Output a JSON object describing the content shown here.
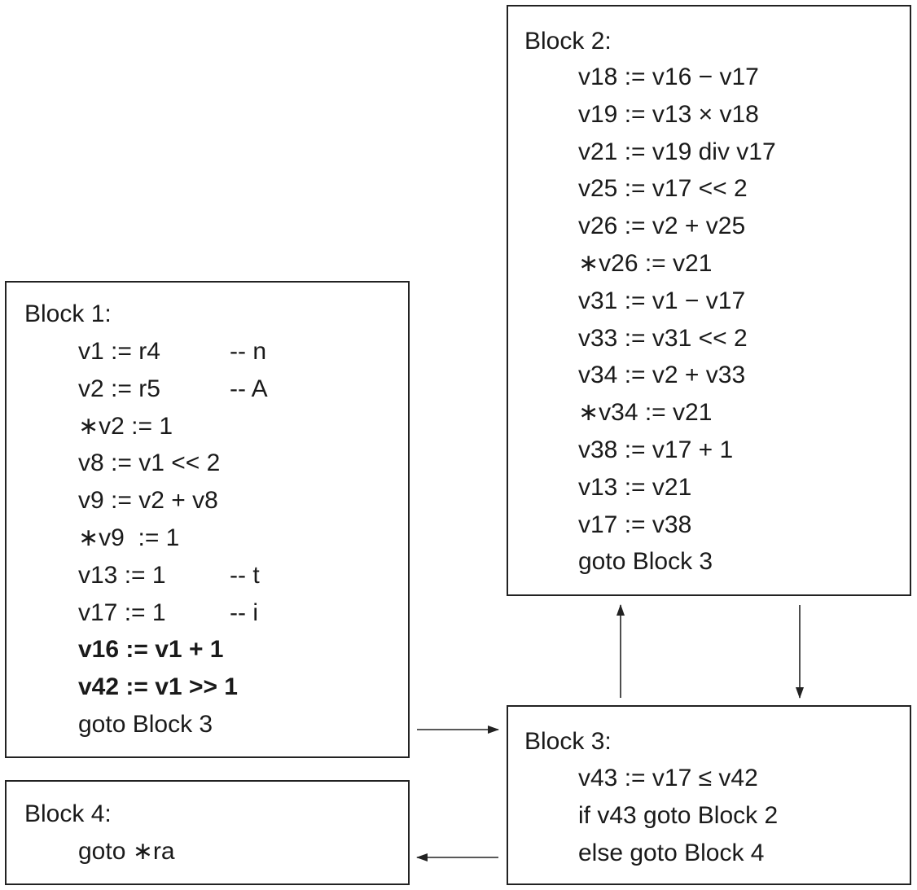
{
  "blocks": {
    "block1": {
      "title": "Block 1:",
      "lines": [
        {
          "code": "v1 := r4",
          "comment": "-- n",
          "bold": false
        },
        {
          "code": "v2 := r5",
          "comment": "-- A",
          "bold": false
        },
        {
          "code": "∗v2 := 1",
          "comment": "",
          "bold": false
        },
        {
          "code": "v8 := v1 << 2",
          "comment": "",
          "bold": false
        },
        {
          "code": "v9 := v2 + v8",
          "comment": "",
          "bold": false
        },
        {
          "code": "∗v9  := 1",
          "comment": "",
          "bold": false
        },
        {
          "code": "v13 := 1",
          "comment": "-- t",
          "bold": false
        },
        {
          "code": "v17 := 1",
          "comment": "-- i",
          "bold": false
        },
        {
          "code": "v16 := v1 + 1",
          "comment": "",
          "bold": true
        },
        {
          "code": "v42 := v1 >> 1",
          "comment": "",
          "bold": true
        },
        {
          "code": "goto Block 3",
          "comment": "",
          "bold": false
        }
      ]
    },
    "block2": {
      "title": "Block 2:",
      "lines": [
        {
          "code": "v18 := v16 − v17",
          "comment": "",
          "bold": false
        },
        {
          "code": "v19 := v13 × v18",
          "comment": "",
          "bold": false
        },
        {
          "code": "v21 := v19 div v17",
          "comment": "",
          "bold": false
        },
        {
          "code": "v25 := v17 << 2",
          "comment": "",
          "bold": false
        },
        {
          "code": "v26 := v2 + v25",
          "comment": "",
          "bold": false
        },
        {
          "code": "∗v26 := v21",
          "comment": "",
          "bold": false
        },
        {
          "code": "v31 := v1 − v17",
          "comment": "",
          "bold": false
        },
        {
          "code": "v33 := v31 << 2",
          "comment": "",
          "bold": false
        },
        {
          "code": "v34 := v2 + v33",
          "comment": "",
          "bold": false
        },
        {
          "code": "∗v34 := v21",
          "comment": "",
          "bold": false
        },
        {
          "code": "v38 := v17 + 1",
          "comment": "",
          "bold": false
        },
        {
          "code": "v13 := v21",
          "comment": "",
          "bold": false
        },
        {
          "code": "v17 := v38",
          "comment": "",
          "bold": false
        },
        {
          "code": "goto Block 3",
          "comment": "",
          "bold": false
        }
      ]
    },
    "block3": {
      "title": "Block 3:",
      "lines": [
        {
          "code": "v43 := v17 ≤ v42",
          "comment": "",
          "bold": false
        },
        {
          "code": "if v43 goto Block 2",
          "comment": "",
          "bold": false
        },
        {
          "code": "else goto Block 4",
          "comment": "",
          "bold": false
        }
      ]
    },
    "block4": {
      "title": "Block 4:",
      "lines": [
        {
          "code": "goto ∗ra",
          "comment": "",
          "bold": false
        }
      ]
    }
  },
  "edges": [
    {
      "from": "Block 1",
      "to": "Block 3"
    },
    {
      "from": "Block 3",
      "to": "Block 2"
    },
    {
      "from": "Block 2",
      "to": "Block 3"
    },
    {
      "from": "Block 3",
      "to": "Block 4"
    }
  ]
}
